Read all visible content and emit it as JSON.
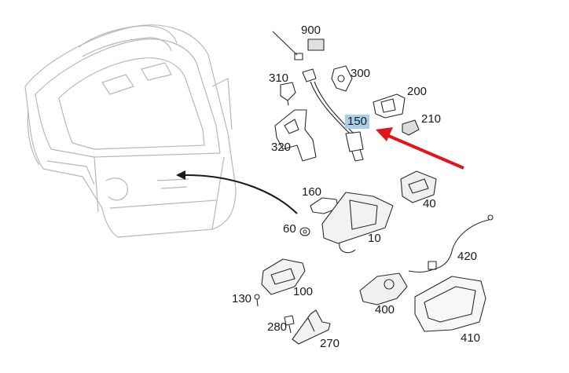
{
  "diagram": {
    "highlight_color": "#a9cfe6",
    "arrow_color": "#e3151b",
    "part_numbers": {
      "p900": "900",
      "p310": "310",
      "p300": "300",
      "p200": "200",
      "p150": "150",
      "p210": "210",
      "p320": "320",
      "p160": "160",
      "p40": "40",
      "p60": "60",
      "p10": "10",
      "p420": "420",
      "p130": "130",
      "p100": "100",
      "p400": "400",
      "p280": "280",
      "p270": "270",
      "p410": "410"
    },
    "highlighted_part": "150"
  }
}
